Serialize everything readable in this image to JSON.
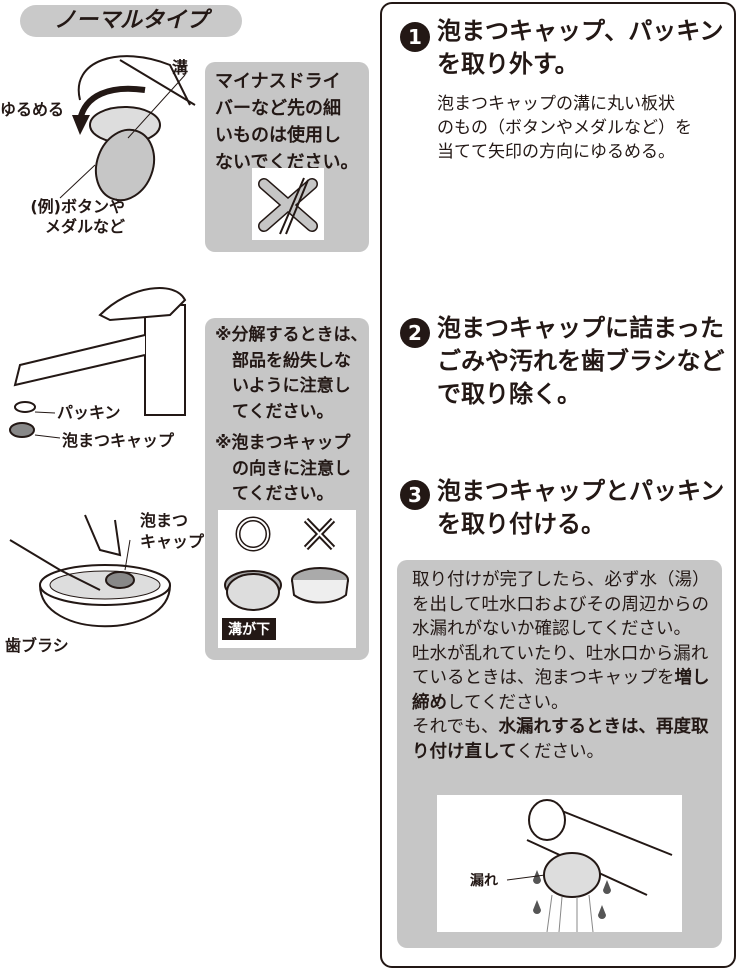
{
  "section_title": "ノーマルタイプ",
  "left": {
    "fig1": {
      "groove_label": "溝",
      "loosen_label": "ゆるめる",
      "example_label": "(例)ボタンや\nメダルなど"
    },
    "warning_box": {
      "text": "マイナスドライ\nバーなど先の細\nいものは使用し\nないでください。",
      "icon": "prohibited-screwdriver-icon"
    },
    "fig2": {
      "packing_label": "パッキン",
      "cap_label": "泡まつキャップ"
    },
    "caution_box": {
      "note1": "※分解するときは、\n　部品を紛失しな\n　いように注意し\n　てください。",
      "note2": "※泡まつキャップ\n　の向きに注意し\n　てください。",
      "correct_icon": "circle-ok-icon",
      "wrong_icon": "cross-ng-icon",
      "groove_down_label": "溝が下"
    },
    "fig3": {
      "cap_label": "泡まつ\nキャップ",
      "brush_label": "歯ブラシ"
    }
  },
  "steps": [
    {
      "number": "1",
      "title": "泡まつキャップ、パッキン\nを取り外す。",
      "description": "泡まつキャップの溝に丸い板状\nのもの（ボタンやメダルなど）を\n当てて矢印の方向にゆるめる。"
    },
    {
      "number": "2",
      "title": "泡まつキャップに詰まった\nごみや汚れを歯ブラシなど\nで取り除く。"
    },
    {
      "number": "3",
      "title": "泡まつキャップとパッキン\nを取り付ける。"
    }
  ],
  "note": {
    "p1": "取り付けが完了したら、必ず水（湯）を出して吐水口およびその周辺からの水漏れがないか確認してください。",
    "p2a": "吐水が乱れていたり、吐水口から漏れているときは、泡まつキャップを",
    "p2b": "増し締め",
    "p2c": "してください。",
    "p3a": "それでも、",
    "p3b": "水漏れするときは、再度取り付け直して",
    "p3c": "ください。",
    "leak_label": "漏れ"
  }
}
